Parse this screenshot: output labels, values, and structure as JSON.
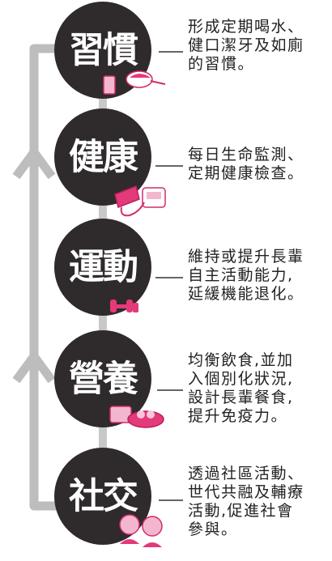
{
  "steps": [
    {
      "id": "habit",
      "label": "習慣",
      "icon": "toothbrush-and-cup-icon",
      "lines": [
        "形成定期喝水、",
        "健口潔牙及如廁",
        "的習慣。"
      ]
    },
    {
      "id": "health",
      "label": "健康",
      "icon": "blood-pressure-monitor-icon",
      "lines": [
        "每日生命監測、",
        "定期健康檢查。"
      ]
    },
    {
      "id": "exercise",
      "label": "運動",
      "icon": "dumbbell-icon",
      "lines": [
        "維持或提升長輩",
        "自主活動能力,",
        "延緩機能退化。"
      ]
    },
    {
      "id": "nutrition",
      "label": "營養",
      "icon": "food-plate-icon",
      "lines": [
        "均衡飲食,並加",
        "入個別化狀況,",
        "設計長輩餐食,",
        "提升免疫力。"
      ]
    },
    {
      "id": "social",
      "label": "社交",
      "icon": "elderly-couple-icon",
      "lines": [
        "透過社區活動、",
        "世代共融及輔療",
        "活動,促進社會",
        "參與。"
      ]
    }
  ],
  "colors": {
    "circle": "#2f2a2b",
    "accent": "#e4397a",
    "line": "#bdbdbd",
    "text": "#222222"
  }
}
